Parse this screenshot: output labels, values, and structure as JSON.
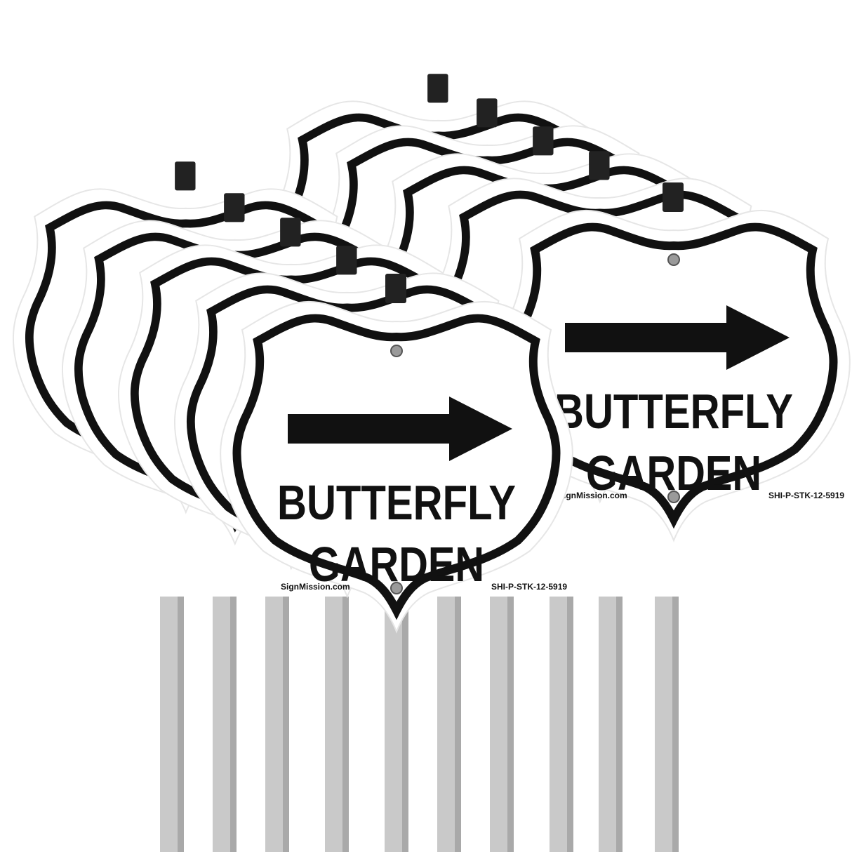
{
  "product": {
    "sign_line_1": "BUTTERFLY",
    "sign_line_2": "GARDEN",
    "brand_site": "SignMission.com",
    "sku": "SHI-P-STK-12-5919"
  },
  "colors": {
    "sign_face": "#ffffff",
    "sign_border": "#111111",
    "stake": "#c9c9c9",
    "stake_shadow": "#a9a9a9",
    "screw": "#9a9a9a",
    "stake_top": "#222222"
  },
  "icons": {
    "direction_arrow": "arrow-right-icon",
    "mount_screw": "screw-icon",
    "stake_bracket": "stake-bracket-icon"
  },
  "sign_count": 10
}
